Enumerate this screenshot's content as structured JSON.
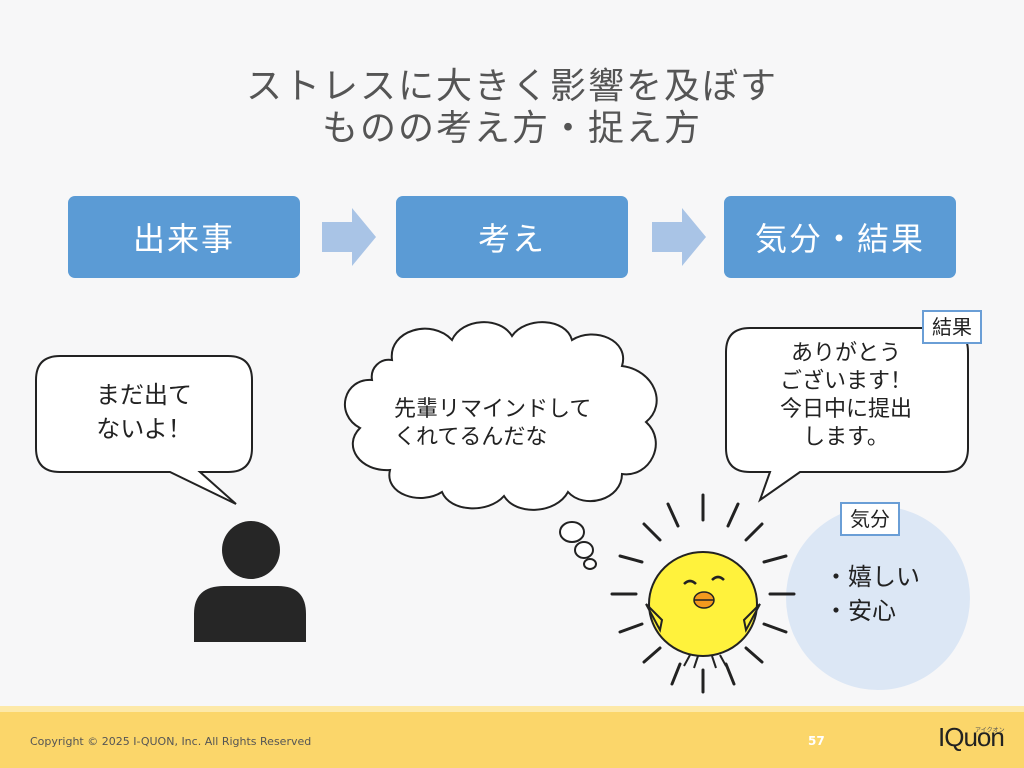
{
  "slide": {
    "title_line1": "ストレスに大きく影響を及ぼす",
    "title_line2": "ものの考え方・捉え方"
  },
  "flow": {
    "steps": [
      "出来事",
      "考え",
      "気分・結果"
    ]
  },
  "speech_left": {
    "line1": "まだ出て",
    "line2": "ないよ！"
  },
  "thought": {
    "line1": "先輩リマインドして",
    "line2": "くれてるんだな"
  },
  "speech_right": {
    "line1": "ありがとう",
    "line2": "ございます！",
    "line3": "今日中に提出",
    "line4": "します。"
  },
  "labels": {
    "result": "結果",
    "mood": "気分"
  },
  "mood_items": [
    "・嬉しい",
    "・安心"
  ],
  "footer": {
    "copyright": "Copyright © 2025 I-QUON, Inc. All Rights Reserved",
    "page_number": "57",
    "logo_text": "IQuon",
    "logo_tiny": "アイクオン"
  },
  "icons": [
    "person-icon",
    "chick-icon",
    "arrow-right-icon"
  ],
  "colors": {
    "flow_box": "#5b9bd5",
    "arrow": "#a9c4e6",
    "footer": "#fbd66a",
    "mood_circle": "#dce7f5",
    "chick": "#fff23c"
  }
}
